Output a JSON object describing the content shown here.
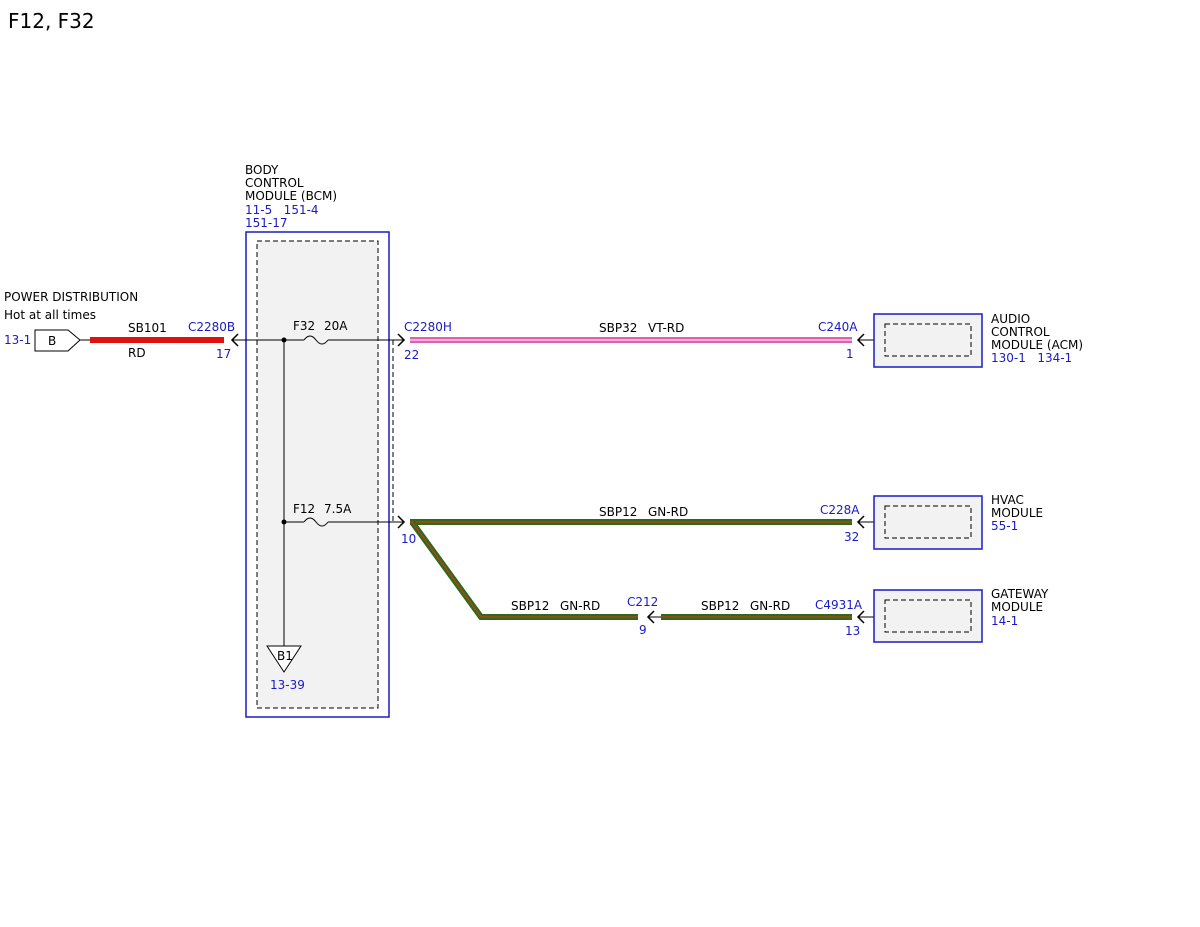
{
  "title": "F12, F32",
  "colors": {
    "ref_blue": "#1a1ac8",
    "wire_red": "#e01010",
    "wire_vt_rd": "#e060b0",
    "wire_gn_rd_outer": "#2f6a1a",
    "wire_gn_rd_inner": "#c83a1a",
    "module_fill": "#f2f2f2"
  },
  "power": {
    "label": "POWER DISTRIBUTION",
    "note": "Hot at all times",
    "ref": "13-1",
    "connector": "B"
  },
  "bcm": {
    "name_lines": [
      "BODY",
      "CONTROL",
      "MODULE (BCM)"
    ],
    "ref_line1": "11-5   151-4",
    "ref_line2": "151-17",
    "ground_label": "B1",
    "ground_ref": "13-39"
  },
  "wires": {
    "sb101": {
      "circuit": "SB101",
      "color": "RD"
    },
    "sbp32": {
      "circuit": "SBP32",
      "color": "VT-RD"
    },
    "sbp12_hvac": {
      "circuit": "SBP12",
      "color": "GN-RD"
    },
    "sbp12_a": {
      "circuit": "SBP12",
      "color": "GN-RD"
    },
    "sbp12_b": {
      "circuit": "SBP12",
      "color": "GN-RD"
    }
  },
  "fuses": {
    "f32": {
      "name": "F32",
      "rating": "20A"
    },
    "f12": {
      "name": "F12",
      "rating": "7.5A"
    }
  },
  "connectors": {
    "c2280b": {
      "name": "C2280B",
      "pin": "17"
    },
    "c2280h_top": {
      "name": "C2280H",
      "pin": "22"
    },
    "c2280h_bottom": {
      "pin": "10"
    },
    "c240a": {
      "name": "C240A",
      "pin": "1"
    },
    "c228a": {
      "name": "C228A",
      "pin": "32"
    },
    "c212": {
      "name": "C212",
      "pin": "9"
    },
    "c4931a": {
      "name": "C4931A",
      "pin": "13"
    }
  },
  "modules": {
    "acm": {
      "lines": [
        "AUDIO",
        "CONTROL",
        "MODULE (ACM)"
      ],
      "ref": "130-1   134-1"
    },
    "hvac": {
      "lines": [
        "HVAC",
        "MODULE"
      ],
      "ref": "55-1"
    },
    "gateway": {
      "lines": [
        "GATEWAY",
        "MODULE"
      ],
      "ref": "14-1"
    }
  }
}
